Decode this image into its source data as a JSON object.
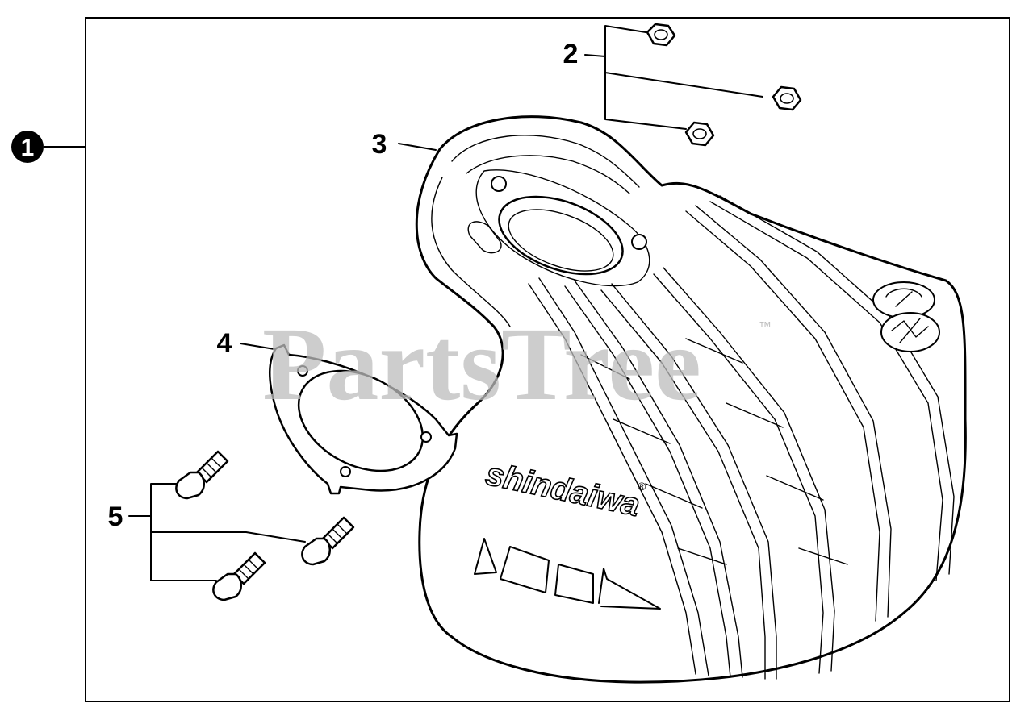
{
  "diagram": {
    "callouts": {
      "assembly": "1",
      "nuts": "2",
      "shield": "3",
      "gasket": "4",
      "bolts": "5"
    },
    "shield_brand": "shindaiwa",
    "shield_brand_mark": "®",
    "watermark": "PartsTree",
    "watermark_mark": "™"
  }
}
